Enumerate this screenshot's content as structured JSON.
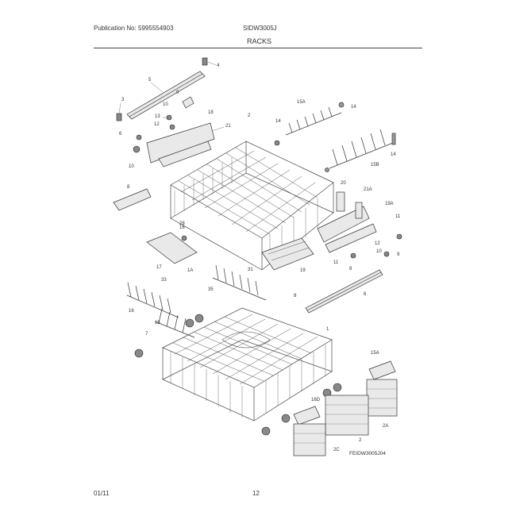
{
  "header": {
    "publication": "Publication No: 5995554903",
    "model": "SIDW3005J",
    "section": "RACKS"
  },
  "footer": {
    "date": "01/11",
    "page": "12"
  },
  "diagram": {
    "image_code": "FEIDW3005J04",
    "callouts": {
      "c4": "4",
      "c5": "5",
      "c3": "3",
      "c10a": "10",
      "c13": "13",
      "c12": "12",
      "c9": "9",
      "c6": "6",
      "c21": "21",
      "c10b": "10",
      "c8": "8",
      "c18": "18",
      "c2": "2",
      "c16": "16",
      "c15a": "15A",
      "c14a": "14",
      "c14b": "14",
      "c15b": "15B",
      "c14c": "14",
      "c20": "20",
      "c21a": "21A",
      "c19a": "19A",
      "c19": "19",
      "c17": "17",
      "c11": "11",
      "c14d": "1A",
      "c11b": "11",
      "c12b": "12",
      "c8b": "8",
      "c10c": "10",
      "c9b": "9",
      "c28": "28",
      "c33": "33",
      "c31": "31",
      "c35": "35",
      "c16b": "16",
      "c15": "15",
      "c8c": "8",
      "c6b": "6",
      "c7": "7",
      "c1": "1",
      "c15c": "15A",
      "c16c": "16D",
      "c2a": "2A",
      "c2b": "2",
      "c2c": "2C"
    }
  }
}
